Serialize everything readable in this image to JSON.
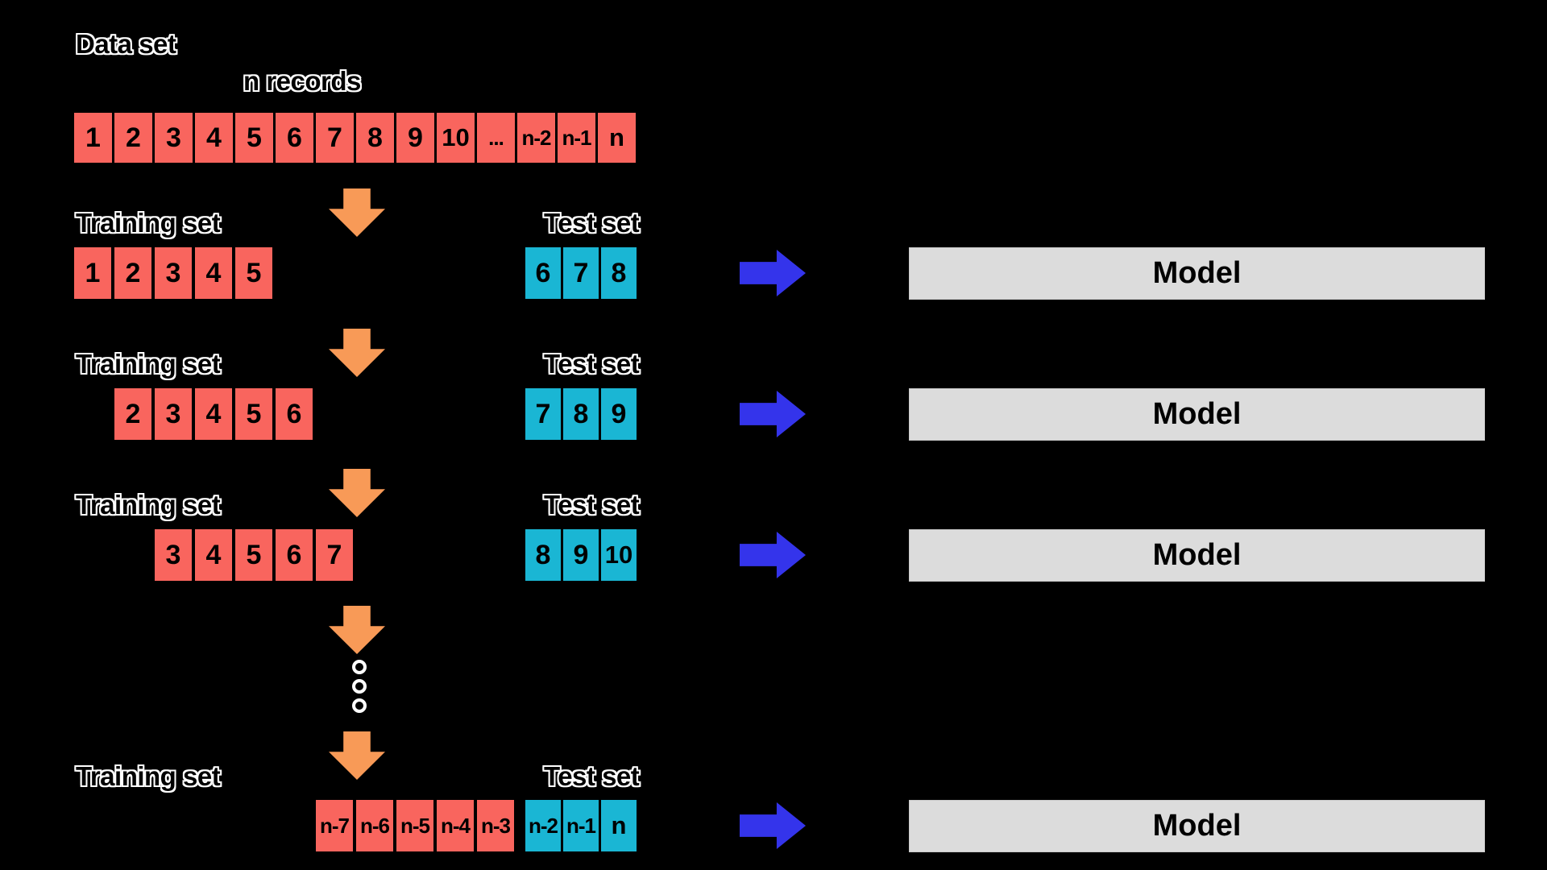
{
  "labels": {
    "data_set": "Data set",
    "n_records": "n records",
    "training_set": "Training set",
    "test_set": "Test set",
    "model": "Model"
  },
  "colors": {
    "cell_red": "#F9655E",
    "cell_cyan": "#1AB6D4",
    "arrow_orange": "#F89A57",
    "arrow_blue": "#3434EB",
    "model_bg": "#DCDCDC",
    "bg": "#000000"
  },
  "dataset_row": {
    "cells": [
      "1",
      "2",
      "3",
      "4",
      "5",
      "6",
      "7",
      "8",
      "9",
      "10",
      "...",
      "n-2",
      "n-1",
      "n"
    ]
  },
  "folds": [
    {
      "training": [
        "1",
        "2",
        "3",
        "4",
        "5"
      ],
      "test": [
        "6",
        "7",
        "8"
      ]
    },
    {
      "training": [
        "2",
        "3",
        "4",
        "5",
        "6"
      ],
      "test": [
        "7",
        "8",
        "9"
      ]
    },
    {
      "training": [
        "3",
        "4",
        "5",
        "6",
        "7"
      ],
      "test": [
        "8",
        "9",
        "10"
      ]
    },
    {
      "training": [
        "n-7",
        "n-6",
        "n-5",
        "n-4",
        "n-3"
      ],
      "test": [
        "n-2",
        "n-1",
        "n"
      ]
    }
  ]
}
